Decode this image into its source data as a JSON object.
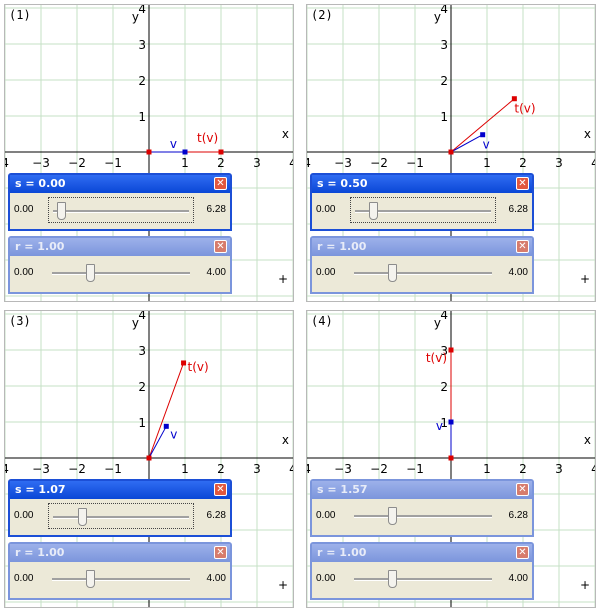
{
  "panels": [
    {
      "label": "(1)",
      "axes": {
        "x_label": "x",
        "y_label": "y",
        "x_ticks": [
          "4",
          "−3",
          "−2",
          "−1",
          "1",
          "2",
          "3",
          "4"
        ],
        "y_ticks": [
          "1",
          "2",
          "3",
          "4"
        ]
      },
      "points": {
        "v": [
          1,
          0
        ],
        "tv": [
          2,
          0
        ]
      },
      "labels": {
        "v": "v",
        "tv": "t(v)"
      },
      "s_window": {
        "title": "s = 0.00",
        "min": "0.00",
        "max": "6.28",
        "value": 0.0,
        "range": [
          0,
          6.28
        ],
        "active": true
      },
      "r_window": {
        "title": "r = 1.00",
        "min": "0.00",
        "max": "4.00",
        "value": 1.0,
        "range": [
          0,
          4
        ],
        "active": false
      },
      "plus": "+"
    },
    {
      "label": "(2)",
      "axes": {
        "x_label": "x",
        "y_label": "y",
        "x_ticks": [
          "4",
          "−3",
          "−2",
          "−1",
          "1",
          "2",
          "3",
          "4"
        ],
        "y_ticks": [
          "1",
          "2",
          "3",
          "4"
        ]
      },
      "points": {
        "v": [
          0.88,
          0.48
        ],
        "tv": [
          1.76,
          1.48
        ]
      },
      "labels": {
        "v": "v",
        "tv": "t(v)"
      },
      "s_window": {
        "title": "s = 0.50",
        "min": "0.00",
        "max": "6.28",
        "value": 0.5,
        "range": [
          0,
          6.28
        ],
        "active": true
      },
      "r_window": {
        "title": "r = 1.00",
        "min": "0.00",
        "max": "4.00",
        "value": 1.0,
        "range": [
          0,
          4
        ],
        "active": false
      },
      "plus": "+"
    },
    {
      "label": "(3)",
      "axes": {
        "x_label": "x",
        "y_label": "y",
        "x_ticks": [
          "4",
          "−3",
          "−2",
          "−1",
          "1",
          "2",
          "3",
          "4"
        ],
        "y_ticks": [
          "1",
          "2",
          "3",
          "4"
        ]
      },
      "points": {
        "v": [
          0.48,
          0.88
        ],
        "tv": [
          0.96,
          2.64
        ]
      },
      "labels": {
        "v": "v",
        "tv": "t(v)"
      },
      "s_window": {
        "title": "s = 1.07",
        "min": "0.00",
        "max": "6.28",
        "value": 1.07,
        "range": [
          0,
          6.28
        ],
        "active": true
      },
      "r_window": {
        "title": "r = 1.00",
        "min": "0.00",
        "max": "4.00",
        "value": 1.0,
        "range": [
          0,
          4
        ],
        "active": false
      },
      "plus": "+"
    },
    {
      "label": "(4)",
      "axes": {
        "x_label": "x",
        "y_label": "y",
        "x_ticks": [
          "4",
          "−3",
          "−2",
          "−1",
          "1",
          "2",
          "3",
          "4"
        ],
        "y_ticks": [
          "1",
          "2",
          "3",
          "4"
        ]
      },
      "points": {
        "v": [
          0,
          1
        ],
        "tv": [
          0,
          3
        ]
      },
      "labels": {
        "v": "v",
        "tv": "t(v)"
      },
      "s_window": {
        "title": "s = 1.57",
        "min": "0.00",
        "max": "6.28",
        "value": 1.57,
        "range": [
          0,
          6.28
        ],
        "active": false
      },
      "r_window": {
        "title": "r = 1.00",
        "min": "0.00",
        "max": "4.00",
        "value": 1.0,
        "range": [
          0,
          4
        ],
        "active": false
      },
      "plus": "+"
    }
  ],
  "colors": {
    "grid": "#c6e0c6",
    "axis": "#000000",
    "v": "#0000cc",
    "tv": "#dd0000",
    "origin": "#dd0000"
  },
  "icons": {
    "close": "close-icon"
  }
}
